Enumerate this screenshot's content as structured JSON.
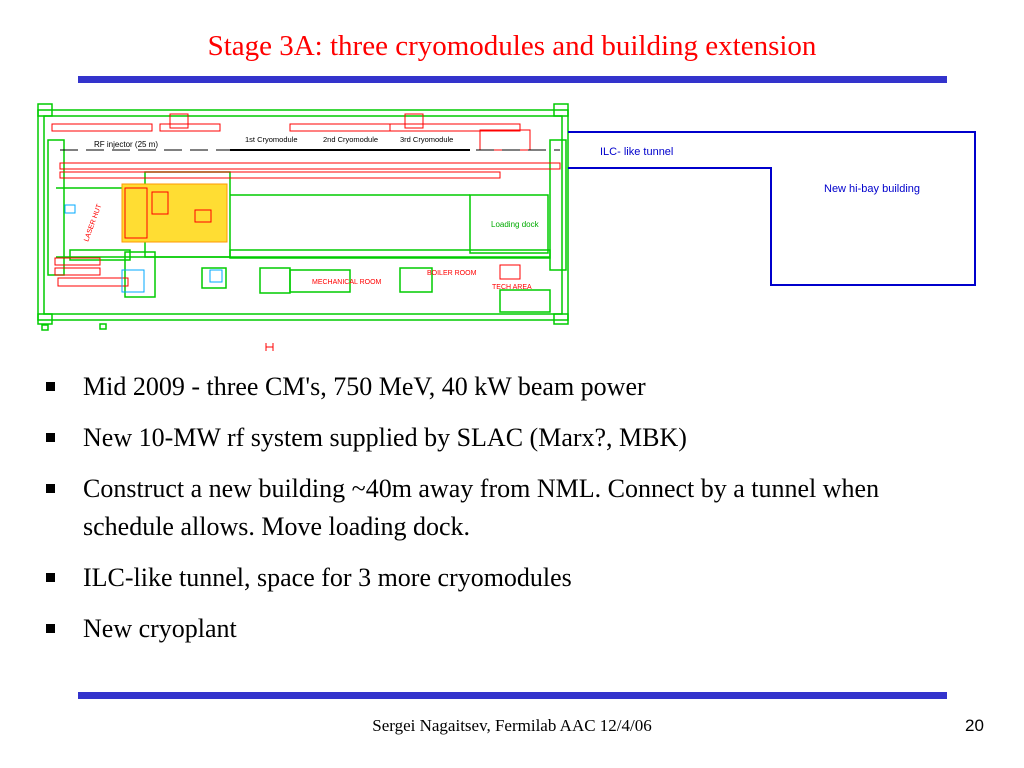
{
  "slide": {
    "title": "Stage 3A: three cryomodules and building extension",
    "bullets": [
      "Mid 2009 - three CM's, 750 MeV, 40 kW beam power",
      "New 10-MW rf system supplied by SLAC (Marx?, MBK)",
      "Construct a new building ~40m away from NML.  Connect by a tunnel when schedule allows.  Move loading dock.",
      "ILC-like tunnel, space for 3 more cryomodules",
      "New cryoplant"
    ],
    "footer": "Sergei Nagaitsev, Fermilab AAC 12/4/06",
    "page_number": "20"
  },
  "floor_plan": {
    "labels": {
      "rf_injector": "RF injector (25 m)",
      "cryomodule_1": "1st Cryomodule",
      "cryomodule_2": "2nd Cryomodule",
      "cryomodule_3": "3rd Cryomodule",
      "ilc_tunnel": "ILC- like tunnel",
      "hi_bay": "New hi-bay building",
      "loading_dock": "Loading dock",
      "laser_hut": "LASER HUT",
      "mechanical_room": "MECHANICAL ROOM",
      "boiler_room": "BOILER ROOM",
      "tech_area": "TECH AREA"
    },
    "colors": {
      "walls": "#00cc00",
      "equipment": "#ff0000",
      "laser_area": "#ffcc00",
      "tunnel": "#0000cc",
      "title": "#ff0000",
      "rules": "#3333cc"
    }
  }
}
